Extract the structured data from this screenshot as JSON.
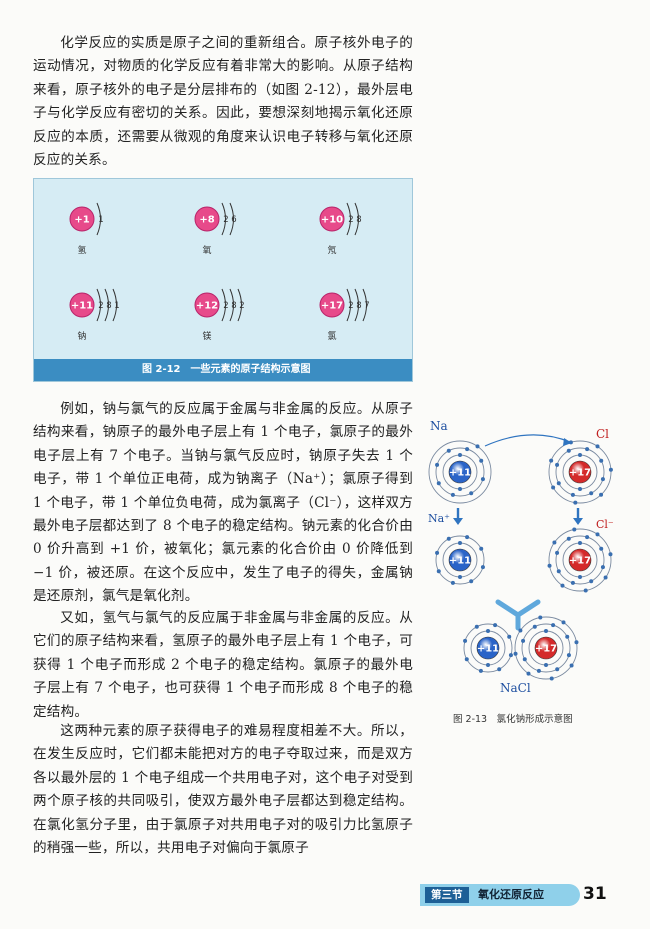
{
  "paragraph1": "化学反应的实质是原子之间的重新组合。原子核外电子的运动情况，对物质的化学反应有着非常大的影响。从原子结构来看，原子核外的电子是分层排布的（如图 2-12），最外层电子与化学反应有密切的关系。因此，要想深刻地揭示氧化还原反应的本质，还需要从微观的角度来认识电子转移与氧化还原反应的关系。",
  "figure_2_12": {
    "caption": "图 2-12　一些元素的原子结构示意图",
    "atoms": [
      {
        "nucleus": "+1",
        "shells": [
          "1"
        ],
        "name": "氢"
      },
      {
        "nucleus": "+8",
        "shells": [
          "2",
          "6"
        ],
        "name": "氧"
      },
      {
        "nucleus": "+10",
        "shells": [
          "2",
          "8"
        ],
        "name": "氖"
      },
      {
        "nucleus": "+11",
        "shells": [
          "2",
          "8",
          "1"
        ],
        "name": "钠"
      },
      {
        "nucleus": "+12",
        "shells": [
          "2",
          "8",
          "2"
        ],
        "name": "镁"
      },
      {
        "nucleus": "+17",
        "shells": [
          "2",
          "8",
          "7"
        ],
        "name": "氯"
      }
    ]
  },
  "paragraph2": "例如，钠与氯气的反应属于金属与非金属的反应。从原子结构来看，钠原子的最外电子层上有 1 个电子，氯原子的最外电子层上有 7 个电子。当钠与氯气反应时，钠原子失去 1 个电子，带 1 个单位正电荷，成为钠离子（Na⁺）；氯原子得到 1 个电子，带 1 个单位负电荷，成为氯离子（Cl⁻），这样双方最外电子层都达到了 8 个电子的稳定结构。钠元素的化合价由 0 价升高到 +1 价，被氧化；氯元素的化合价由 0 价降低到 −1 价，被还原。在这个反应中，发生了电子的得失，金属钠是还原剂，氯气是氧化剂。",
  "paragraph3": "又如，氢气与氯气的反应属于非金属与非金属的反应。从它们的原子结构来看，氢原子的最外电子层上有 1 个电子，可获得 1 个电子而形成 2 个电子的稳定结构。氯原子的最外电子层上有 7 个电子，也可获得 1 个电子而形成 8 个电子的稳定结构。",
  "paragraph4": "这两种元素的原子获得电子的难易程度相差不大。所以，在发生反应时，它们都未能把对方的电子夺取过来，而是双方各以最外层的 1 个电子组成一个共用电子对，这个电子对受到两个原子核的共同吸引，使双方最外电子层都达到稳定结构。在氯化氢分子里，由于氯原子对共用电子对的吸引力比氢原子的稍强一些，所以，共用电子对偏向于氯原子",
  "figure_2_13": {
    "label_na": "Na",
    "label_cl": "Cl",
    "label_na_ion": "Na⁺",
    "label_cl_ion": "Cl⁻",
    "label_nacl": "NaCl",
    "na_nucleus": "+11",
    "cl_nucleus": "+17",
    "caption": "图 2-13　氯化钠形成示意图",
    "colors": {
      "na": "#2a64c8",
      "cl": "#d42a2a",
      "electron": "#3a6fb0"
    }
  },
  "footer": {
    "section": "第三节",
    "title": "氧化还原反应",
    "page": "31"
  }
}
